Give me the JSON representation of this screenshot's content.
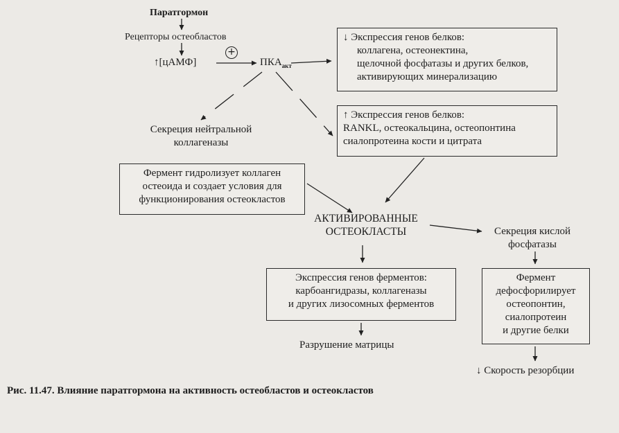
{
  "nodes": {
    "parathormone": "Паратгормон",
    "receptors": "Рецепторы остеобластов",
    "camp": "↑[цАМФ]",
    "plus_sign": "+",
    "pka": "ПКА",
    "pka_sub": "акт",
    "box1": [
      "↓ Экспрессия генов белков:",
      "коллагена, остеонектина,",
      "щелочной фосфатазы и других белков,",
      "активирующих минерализацию"
    ],
    "box2": [
      "↑ Экспрессия генов белков:",
      "RANKL, остеокальцина, остеопонтина",
      "сиалопротеина кости и цитрата"
    ],
    "secretion_neutral": [
      "Секреция нейтральной",
      "коллагеназы"
    ],
    "box3": [
      "Фермент гидролизует коллаген",
      "остеоида и создает условия для",
      "функционирования остеокластов"
    ],
    "activated": [
      "АКТИВИРОВАННЫЕ",
      "ОСТЕОКЛАСТЫ"
    ],
    "secretion_acid": [
      "Секреция кислой",
      "фосфатазы"
    ],
    "box4": [
      "Экспрессия генов ферментов:",
      "карбоангидразы, коллагеназы",
      "и других лизосомных ферментов"
    ],
    "box5": [
      "Фермент",
      "дефосфорилирует",
      "остеопонтин,",
      "сиалопротеин",
      "и другие  белки"
    ],
    "matrix": "Разрушение матрицы",
    "resorption": "↓ Скорость резорбции"
  },
  "caption": "Рис. 11.47. Влияние паратгормона на активность остеобластов и остеокластов"
}
